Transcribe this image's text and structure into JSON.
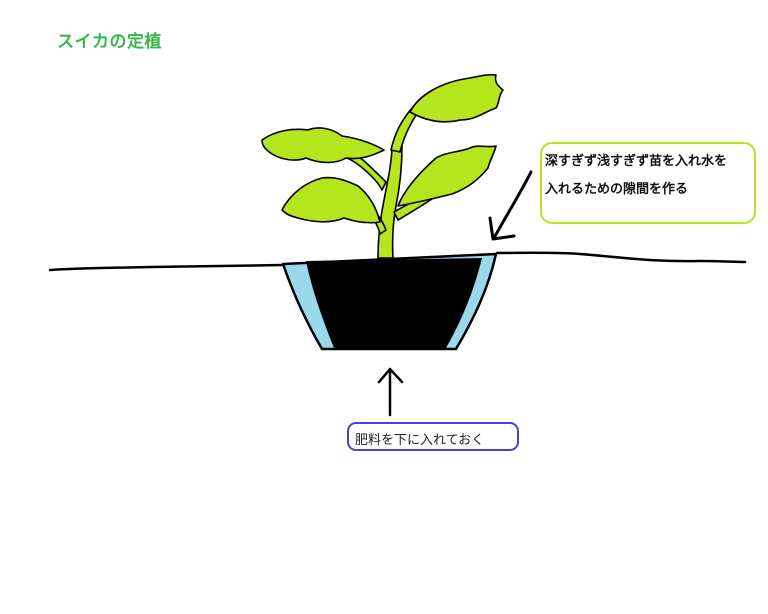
{
  "title": "スイカの定植",
  "callout": {
    "line1": "深すぎず浅すぎず苗を入れ水を",
    "line2": "入れるための隙間を作る"
  },
  "fertilizer": {
    "label": "肥料を下に入れておく"
  },
  "colors": {
    "title": "#39b54a",
    "leaf": "#b5e61d",
    "water": "#99d9ea",
    "soil": "#000000",
    "callout_border": "#b5e61d",
    "fertilizer_border": "#3f48cc",
    "line": "#000000"
  }
}
